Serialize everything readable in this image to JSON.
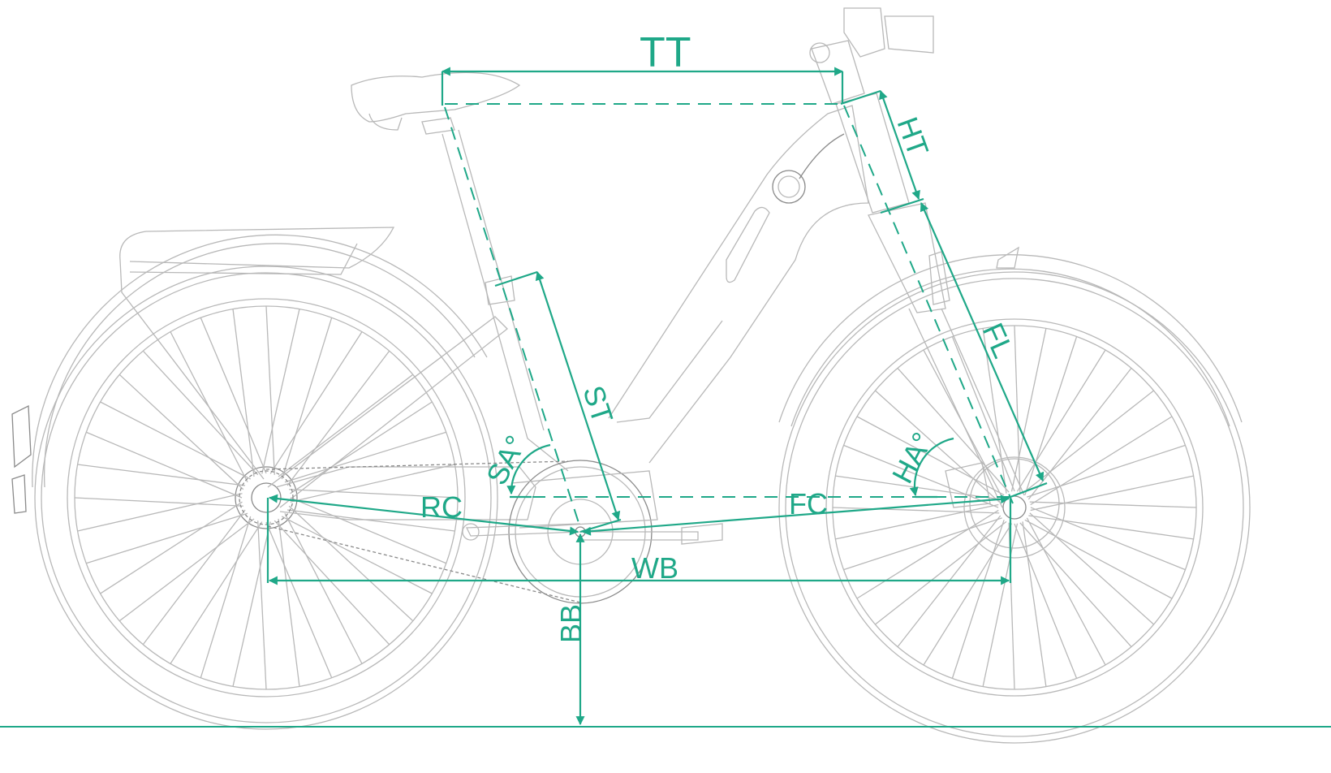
{
  "diagram": {
    "accent_color": "#1fa888",
    "drawing_color": "#b8b8b8",
    "labels": {
      "top_tube": "TT",
      "head_tube": "HT",
      "seat_tube": "ST",
      "fork_length": "FL",
      "seat_angle": "SA°",
      "head_angle": "HA°",
      "rear_center": "RC",
      "front_center": "FC",
      "wheelbase": "WB",
      "bottom_bracket": "BB"
    }
  }
}
